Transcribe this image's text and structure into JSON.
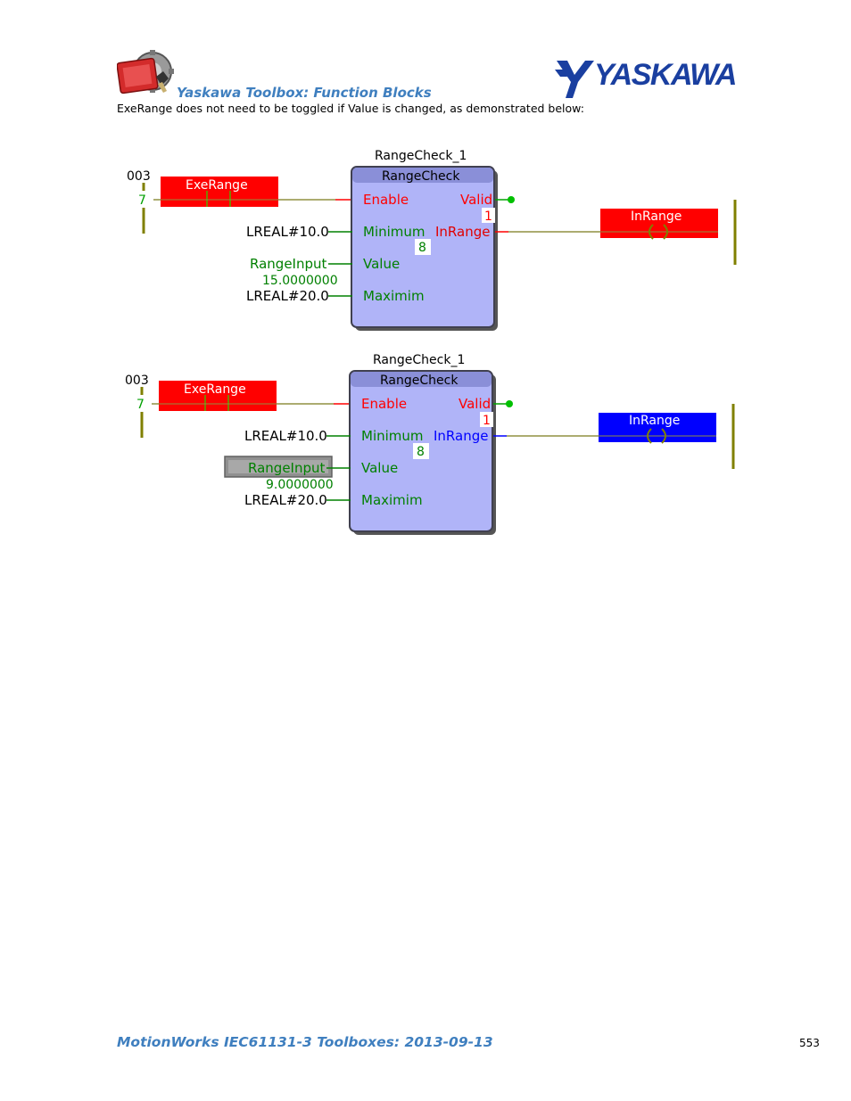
{
  "header": {
    "title": "Yaskawa Toolbox: Function Blocks",
    "brand": "YASKAWA",
    "toolbox_icon": "toolbox-gear-icon"
  },
  "intro_text": "ExeRange does not need to be toggled if Value is changed, as demonstrated below:",
  "diagrams": [
    {
      "instance": "RangeCheck_1",
      "block_type": "RangeCheck",
      "network_no": "003",
      "network_line": "7",
      "contact_label": "ExeRange",
      "contact_state_color": "#ff0000",
      "inputs": {
        "enable": "Enable",
        "minimum": "Minimum",
        "value": "Value",
        "maximum": "Maximim"
      },
      "outputs": {
        "valid": "Valid",
        "inrange": "InRange"
      },
      "valid_value": "1",
      "exec_order": "8",
      "min_const": "LREAL#10.0",
      "max_const": "LREAL#20.0",
      "value_var": "RangeInput",
      "value_current": "15.0000000",
      "coil_label": "InRange",
      "coil_color": "#ff0000",
      "inrange_label_color": "#e00000"
    },
    {
      "instance": "RangeCheck_1",
      "block_type": "RangeCheck",
      "network_no": "003",
      "network_line": "7",
      "contact_label": "ExeRange",
      "contact_state_color": "#ff0000",
      "inputs": {
        "enable": "Enable",
        "minimum": "Minimum",
        "value": "Value",
        "maximum": "Maximim"
      },
      "outputs": {
        "valid": "Valid",
        "inrange": "InRange"
      },
      "valid_value": "1",
      "exec_order": "8",
      "min_const": "LREAL#10.0",
      "max_const": "LREAL#20.0",
      "value_var": "RangeInput",
      "value_current": "9.0000000",
      "coil_label": "InRange",
      "coil_color": "#0000ff",
      "inrange_label_color": "#0000ff"
    }
  ],
  "footer": {
    "title": "MotionWorks IEC61131-3 Toolboxes: 2013-09-13",
    "page_number": "553"
  }
}
